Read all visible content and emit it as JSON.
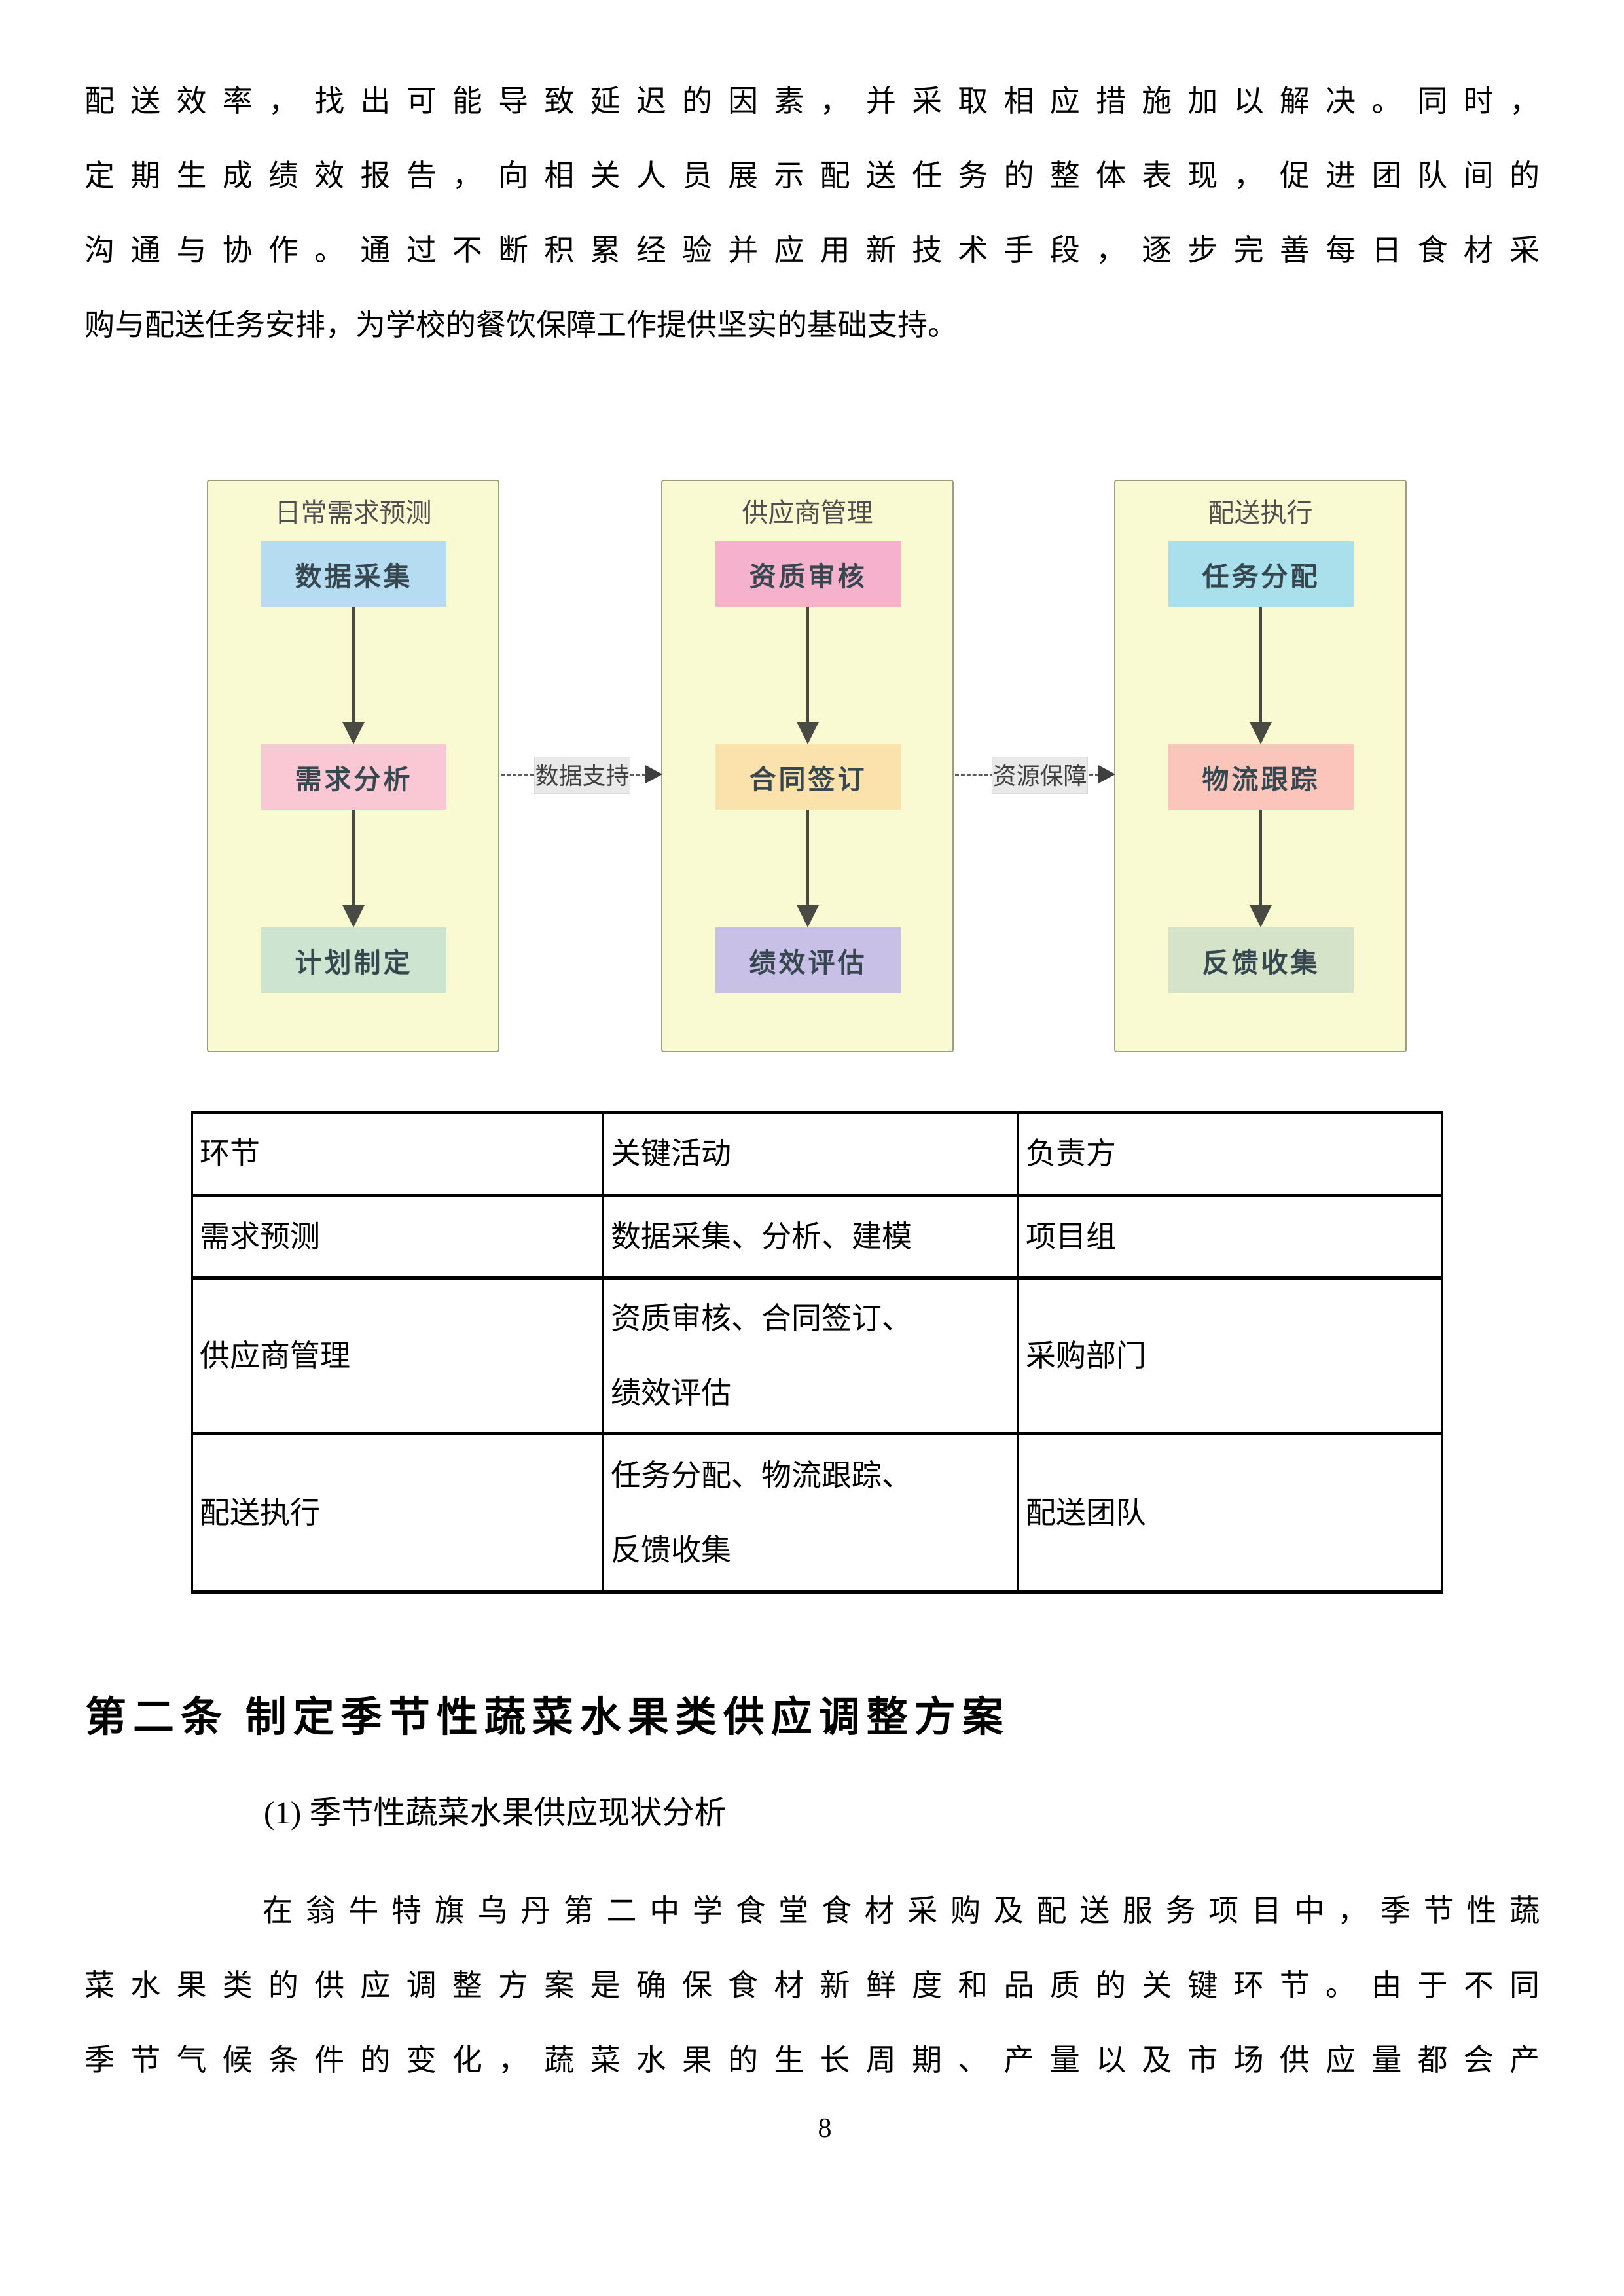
{
  "paragraph1": {
    "lines": [
      "配送效率，找出可能导致延迟的因素，并采取相应措施加以解决。同时，",
      "定期生成绩效报告，向相关人员展示配送任务的整体表现，促进团队间的",
      "沟通与协作。通过不断积累经验并应用新技术手段，逐步完善每日食材采",
      "购与配送任务安排，为学校的餐饮保障工作提供坚实的基础支持。"
    ]
  },
  "diagram": {
    "panel_bg": "#FAFAD2",
    "panels": [
      {
        "title": "日常需求预测",
        "boxes": [
          {
            "label": "数据采集",
            "color": "#B5DCF1"
          },
          {
            "label": "需求分析",
            "color": "#FAC7D4"
          },
          {
            "label": "计划制定",
            "color": "#CDE5D0"
          }
        ]
      },
      {
        "title": "供应商管理",
        "boxes": [
          {
            "label": "资质审核",
            "color": "#F6B1CC"
          },
          {
            "label": "合同签订",
            "color": "#FBE2AC"
          },
          {
            "label": "绩效评估",
            "color": "#C9C0E8"
          }
        ]
      },
      {
        "title": "配送执行",
        "boxes": [
          {
            "label": "任务分配",
            "color": "#A9E0EC"
          },
          {
            "label": "物流跟踪",
            "color": "#FBC5BC"
          },
          {
            "label": "反馈收集",
            "color": "#D5E3C9"
          }
        ]
      }
    ],
    "connectors": [
      {
        "label": "数据支持"
      },
      {
        "label": "资源保障"
      }
    ]
  },
  "table": {
    "headers": [
      "环节",
      "关键活动",
      "负责方"
    ],
    "rows": [
      {
        "stage": "需求预测",
        "activities": [
          "数据采集、分析、建模"
        ],
        "owner": "项目组"
      },
      {
        "stage": "供应商管理",
        "activities": [
          "资质审核、合同签订、",
          "绩效评估"
        ],
        "owner": "采购部门"
      },
      {
        "stage": "配送执行",
        "activities": [
          "任务分配、物流跟踪、",
          "反馈收集"
        ],
        "owner": "配送团队"
      }
    ]
  },
  "section": {
    "heading": "第二条 制定季节性蔬菜水果类供应调整方案",
    "subheading": "(1) 季节性蔬菜水果供应现状分析"
  },
  "paragraph2": {
    "lines": [
      "在翁牛特旗乌丹第二中学食堂食材采购及配送服务项目中，季节性蔬",
      "菜水果类的供应调整方案是确保食材新鲜度和品质的关键环节。由于不同",
      "季节气候条件的变化，蔬菜水果的生长周期、产量以及市场供应量都会产"
    ]
  },
  "footer": {
    "page_number": "8"
  }
}
